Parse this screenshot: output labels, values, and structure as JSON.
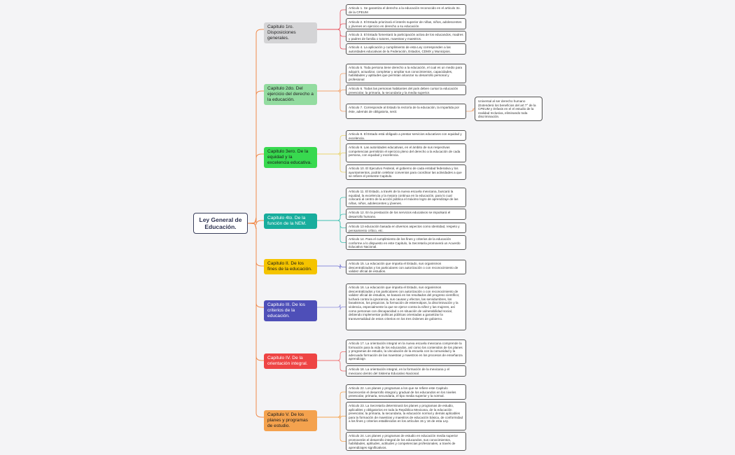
{
  "root": {
    "title": "Ley General de Educación."
  },
  "chapters": [
    {
      "label": "Capitulo 1ro. Disposiciones generales.",
      "color": "#d4d4d6",
      "text_color": "#222222",
      "line_color": "#e8505b",
      "articles": [
        "Articulo 1. Se garantiza el derecho a la educación reconocido en el articulo 3o. de la CPEUM",
        "Articulo 2. El Estado priorizará el interés superior de niñas, niños, adolescentes y jóvenes en ejercicio en derecho a su educación.",
        "Articulo 3. El Estado fomentará la participación activa de los educandos, madres y padres de familia o tutores, maestras y maestros.",
        "Articulo 4. La aplicación y cumplimiento de esta Ley corresponden a las autoridades educativas de la Federación, Estados, CDMX y Municipios."
      ]
    },
    {
      "label": "Capitulo 2do. Del ejercicio del derecho a la educación.",
      "color": "#93dca0",
      "text_color": "#222222",
      "line_color": "#f2a26b",
      "articles": [
        "Articulo 5. Toda persona tiene derecho a la educación, el cual es un medio para adquirir, actualizar, completar y ampliar sus conocimientos, capacidades, habilidades y aptitudes que permitan alcanzar su desarrollo personal y profesional",
        "Articulo 6. Todas las personas habitantes del país deben cursar la educación preescolar, la primaria, la secundaria y la media superior.",
        "Articulo 7. Corresponde al Estado la rectoría de la educación, la impartida por éste, además de obligatoria, será:"
      ],
      "note": "Universal al ser derecho humano (Extenderá los beneficios del art 7° de la CPEUM y énfasis en el el estudio de la realidad Inclusiva, eliminando toda discriminación."
    },
    {
      "label": "Capitulo 3ero. De la equidad y la excelencia educativa.",
      "color": "#38d94f",
      "text_color": "#1a1a1a",
      "line_color": "#e8d26b",
      "articles": [
        "Articulo 8. El Estado está obligado a prestar servicios educativos con equidad y excelencia.",
        "Articulo 9. Las autoridades educativas, en el ámbito de sus respectivas competencias permitirán el ejercicio pleno del derecho a la educación de cada persona, con equidad y excelencia.",
        "Articulo 10. El Ejecutivo Federal, el gobierno de cada entidad federativa y los ayuntamientos, podrán celebrar convenios para coordinar las actividades a que se refiere el presente Capitulo."
      ]
    },
    {
      "label": "Capitulo 4to. De la función de la NEM.",
      "color": "#18ad9d",
      "text_color": "#ffffff",
      "line_color": "#3cc1b0",
      "articles": [
        "Articulo 11. El Estado, a través de la nueva escuela mexicana, buscará la equidad, la excelencia y la mejora continua en la educación, para lo cual colocará al centro de la acción pública el máximo logro de aprendizaje de las niñas, niños, adolescentes y jóvenes.",
        "Articulo 12. En la prestación de los servicios educativos se impulsará el desarrollo humano.",
        "Articulo 13 educación basada en diversos aspectos como identidad, respeto y pensamiento crítico, etc.",
        "Articulo 14. Para el cumplimiento de los fines y criterios de la educación conforme a lo dispuesto en este Capitulo, la Secretaría promoverá un Acuerdo Educativo Nacional."
      ]
    },
    {
      "label": "Capitulo II. De los fines de la educación.",
      "color": "#f5c400",
      "text_color": "#1a1a1a",
      "line_color": "#6a6ccf",
      "articles": [
        "Articulo 15. La educación que imparta el Estado, sus organismos descentralizados y los particulares con autorización o con reconocimiento de validez oficial de estudios."
      ]
    },
    {
      "label": "Capitulo III. De los criterios de la educación.",
      "color": "#4e4fb8",
      "text_color": "#ffffff",
      "line_color": "#8a89d9",
      "articles": [
        "Articulo 16. La educación que imparta el Estado, sus organismos descentralizados y los particulares con autorización o con reconocimiento de validez oficial de estudios, se basará en los resultados del progreso científico; luchará contra la ignorancia, sus causas y efectos, las servidumbres, los fanatismos, los prejuicios, la formación de estereotipos, la discriminación y la violencia, especialmente la que se ejerce contra la niñez y las mujeres, así como personas con discapacidad o en situación de vulnerabilidad social, debiendo implementar políticas públicas orientadas a garantizar la transversalidad de estos criterios en los tres órdenes de gobierno."
      ]
    },
    {
      "label": "Capitulo IV. De la orientación integral.",
      "color": "#ee4444",
      "text_color": "#ffffff",
      "line_color": "#ef6a6a",
      "articles": [
        "Articulo 17. La orientación integral en la nueva escuela mexicana comprende la formación para la vida de los educandos, así como los contenidos de los planes y programas de estudio, la vinculación de la escuela con la comunidad y la adecuada formación de las maestras y maestros en los procesos de enseñanza aprendizaje.",
        "Articulo 18. La orientación integral, en la formación de la mexicana y el mexicano dentro del Sistema Educativo Nacional."
      ]
    },
    {
      "label": "Capitulo V. De los planes y programas de estudio.",
      "color": "#f4a24e",
      "text_color": "#1a1a1a",
      "line_color": "#f4a24e",
      "articles": [
        "Articulo 22. Los planes y programas a los que se refiere este Capitulo favorecerán el desarrollo integral y gradual de los educandos en los niveles preescolar, primaria, secundaria, el tipo media superior y la normal.",
        "Articulo 23. La Secretaría determinará los planes y programas de estudio, aplicables y obligatorios en toda la República Mexicana, de la educación preescolar, la primaria, la secundaria, la educación normal y demás aplicables para la formación de maestras y maestros de educación básica, de conformidad a los fines y criterios establecidos en los artículos 15 y 16 de esta Ley.",
        "Articulo 24. Los planes y programas de estudio en educación media superior promoverán el desarrollo integral de los educandos, sus conocimientos, habilidades, aptitudes, actitudes y competencias profesionales, a través de aprendizajes significativos."
      ]
    }
  ]
}
